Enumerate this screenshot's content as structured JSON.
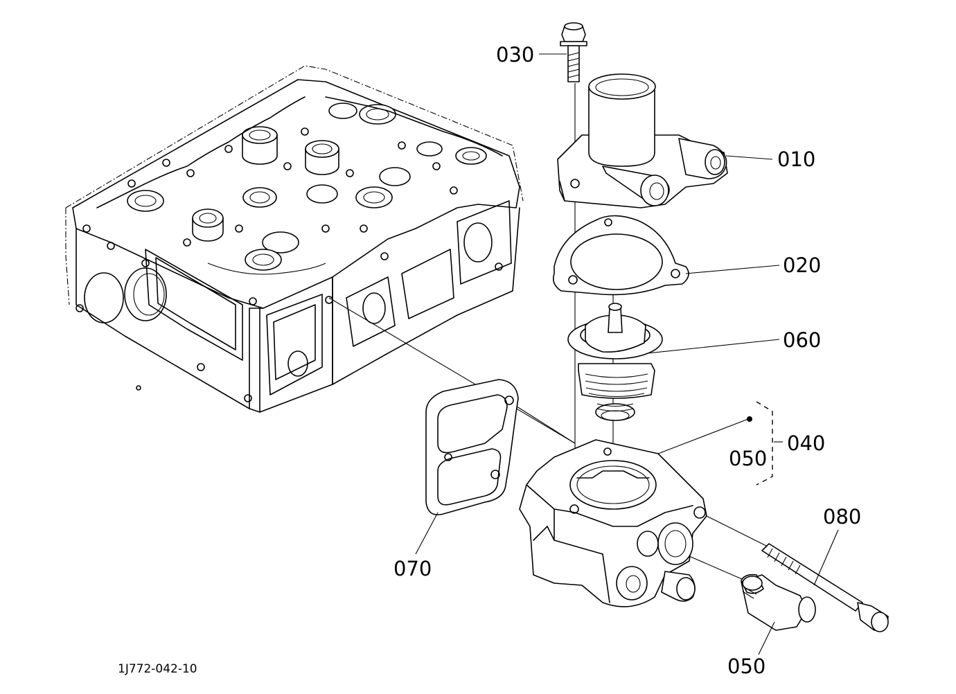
{
  "drawing_ref": "1J772-042-10",
  "callouts": {
    "p010": "010",
    "p020": "020",
    "p030": "030",
    "p040": "040",
    "p050_group": "050",
    "p050_part": "050",
    "p060": "060",
    "p070": "070",
    "p080": "080"
  }
}
